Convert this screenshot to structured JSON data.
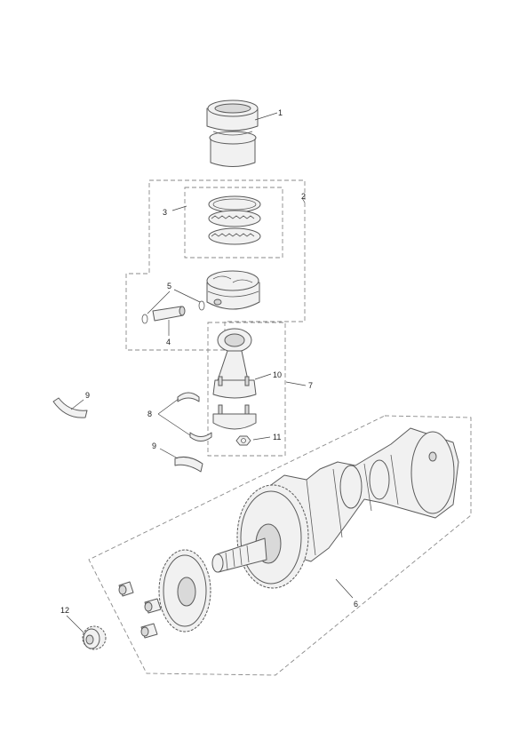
{
  "callouts": [
    {
      "id": "callout-1",
      "label": "1"
    },
    {
      "id": "callout-2",
      "label": "2"
    },
    {
      "id": "callout-3",
      "label": "3"
    },
    {
      "id": "callout-4",
      "label": "4"
    },
    {
      "id": "callout-5",
      "label": "5"
    },
    {
      "id": "callout-6",
      "label": "6"
    },
    {
      "id": "callout-7",
      "label": "7"
    },
    {
      "id": "callout-8",
      "label": "8"
    },
    {
      "id": "callout-9a",
      "label": "9"
    },
    {
      "id": "callout-9b",
      "label": "9"
    },
    {
      "id": "callout-10",
      "label": "10"
    },
    {
      "id": "callout-11",
      "label": "11"
    },
    {
      "id": "callout-12",
      "label": "12"
    }
  ]
}
